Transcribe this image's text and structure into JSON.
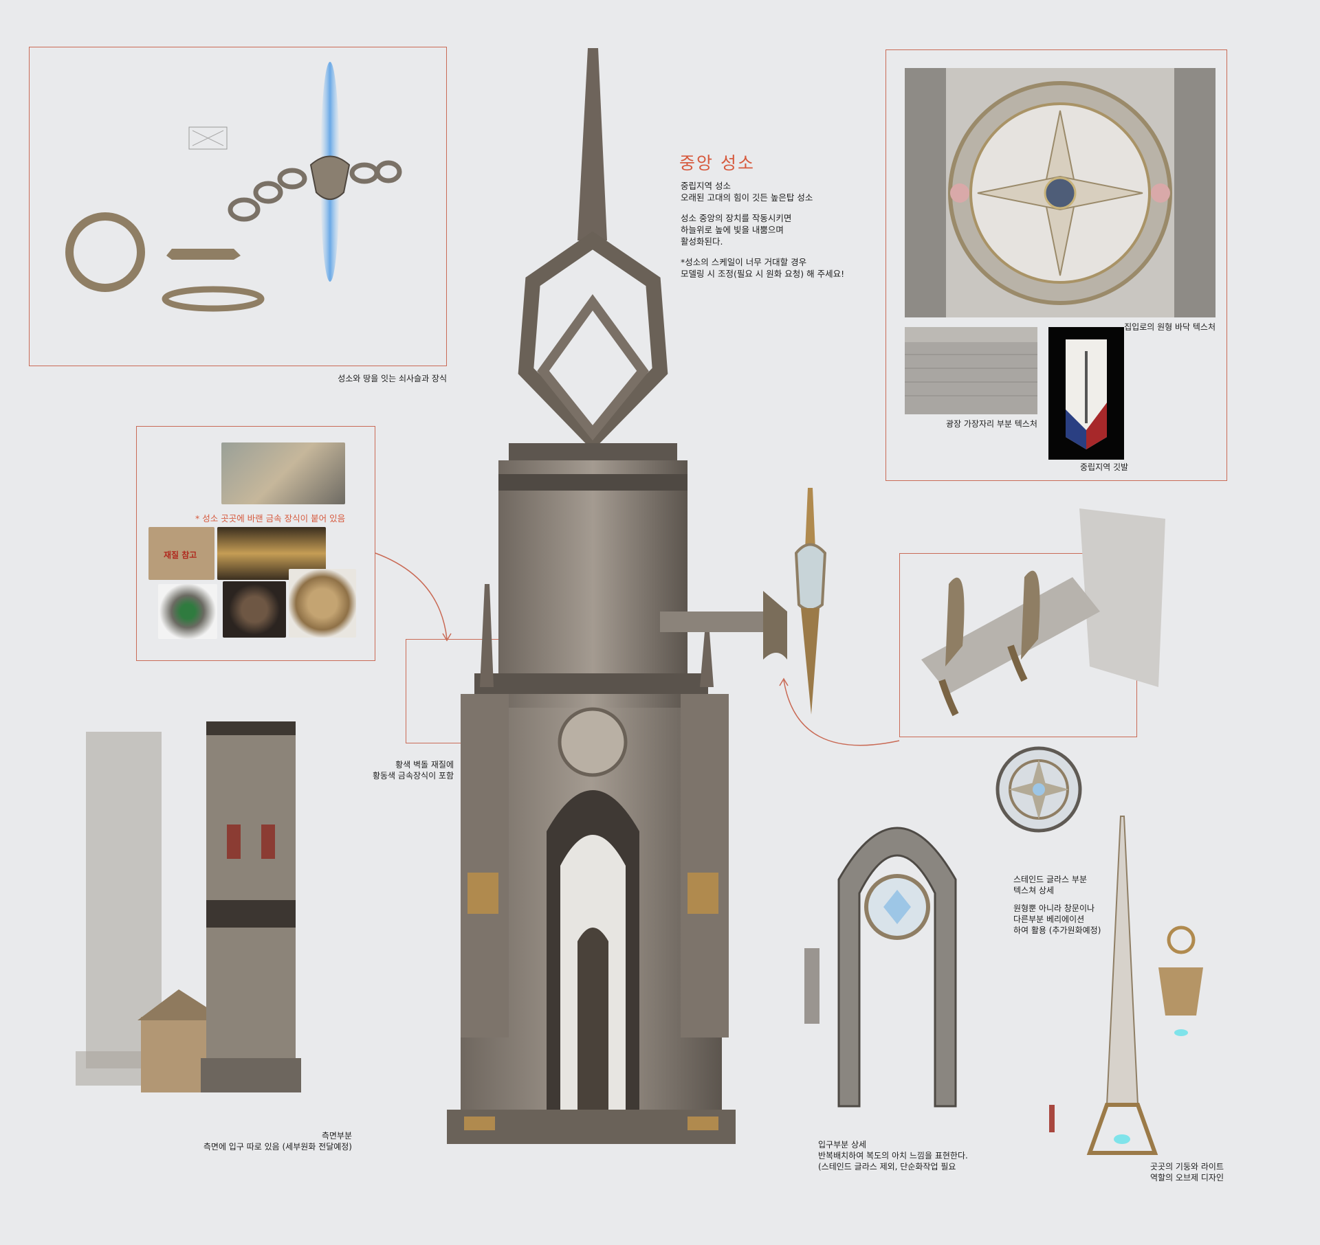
{
  "title": "중앙 성소",
  "description": [
    "중립지역 성소\n오래된 고대의 힘이 깃든 높은탑 성소",
    "성소 중앙의 장치를 작동시키면\n하늘위로 높에 빛을 내뿜으며\n활성화된다.",
    "*성소의 스케일이 너무 거대할 경우\n모델링 시 조정(필요 시 원화 요청) 해 주세요!"
  ],
  "captions": {
    "chain": "성소와 땅을 잇는 쇠사슬과 장식",
    "floor_texture": "집입로의 원형 바닥 텍스처",
    "plaza_edge": "광장 가장자리 부분 텍스처",
    "flag": "중립지역 깃발",
    "metal_note": "* 성소 곳곳에 바랜 금속 장식이 붙어 있음",
    "material_stamp": "재질 참고",
    "wall_material": "황색 벽돌 재질에\n황동색 금속장식이 포함",
    "side_part": "측면부분\n측면에 입구 따로 있음 (세부원화 전달예정)",
    "entrance": "입구부분 상세\n반복배치하여 복도의 아치 느낌을 표현한다.\n(스테인드 글라스 제외, 단순화작업 필요",
    "stained_glass": "스테인드 글라스 부분\n텍스쳐 상세",
    "variation": "원형뿐 아니라 창문이나\n다른부분 베리에이션\n하여 활용 (추가원화예정)",
    "pillar_light": "곳곳의 기둥와 라이트\n역할의 오브제 디자인"
  },
  "colors": {
    "accent": "#d65a3e",
    "frame": "#c96a55",
    "stone": "#8f877e",
    "stone_dark": "#5e5750",
    "brass": "#b08a4e",
    "glow": "#7fb8ee"
  }
}
